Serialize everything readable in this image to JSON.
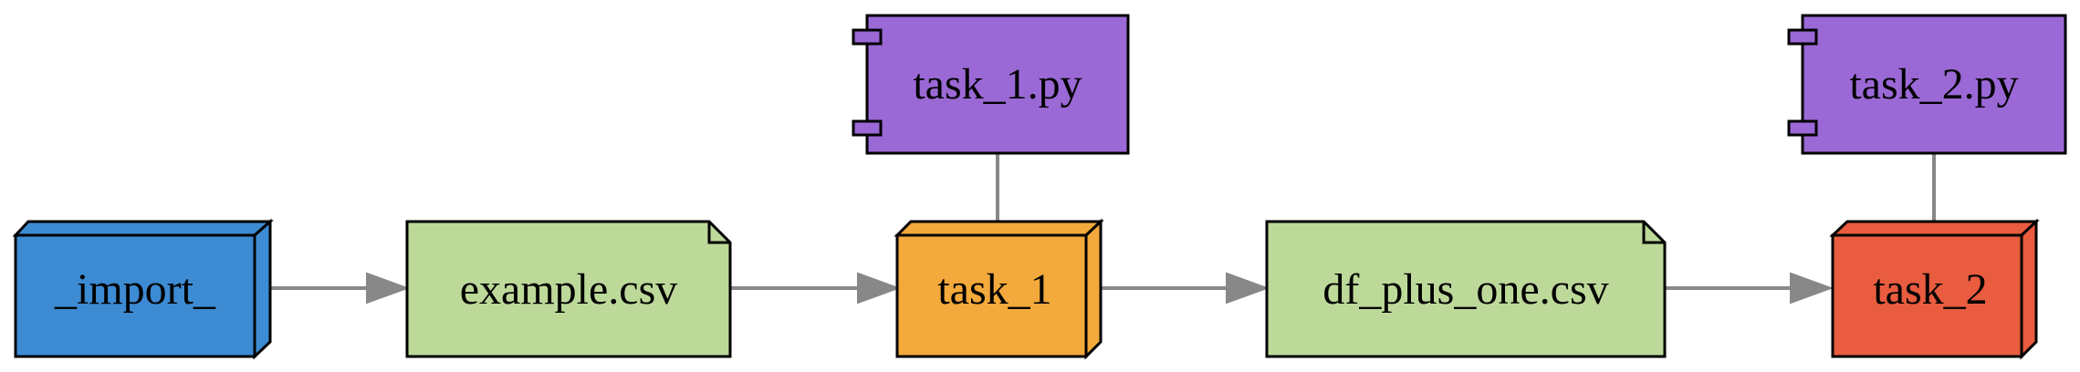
{
  "diagram": {
    "nodes": {
      "import": {
        "label": "_import_",
        "shape": "box3d",
        "color": "#3d8bd3"
      },
      "example_csv": {
        "label": "example.csv",
        "shape": "note",
        "color": "#bdd99a"
      },
      "task_1": {
        "label": "task_1",
        "shape": "box3d",
        "color": "#f3a93b"
      },
      "task_1_py": {
        "label": "task_1.py",
        "shape": "component",
        "color": "#9b69d6"
      },
      "df_plus_one_csv": {
        "label": "df_plus_one.csv",
        "shape": "note",
        "color": "#bdd99a"
      },
      "task_2_py": {
        "label": "task_2.py",
        "shape": "component",
        "color": "#9b69d6"
      },
      "task_2": {
        "label": "task_2",
        "shape": "box3d",
        "color": "#e95c3f"
      }
    },
    "edges": [
      {
        "from": "_import_",
        "to": "example.csv",
        "arrow": true
      },
      {
        "from": "example.csv",
        "to": "task_1",
        "arrow": true
      },
      {
        "from": "task_1",
        "to": "df_plus_one.csv",
        "arrow": true
      },
      {
        "from": "df_plus_one.csv",
        "to": "task_2",
        "arrow": true
      },
      {
        "from": "task_1.py",
        "to": "task_1",
        "arrow": false
      },
      {
        "from": "task_2.py",
        "to": "task_2",
        "arrow": false
      }
    ],
    "colors": {
      "edge": "#888888",
      "outline": "#000000"
    }
  }
}
